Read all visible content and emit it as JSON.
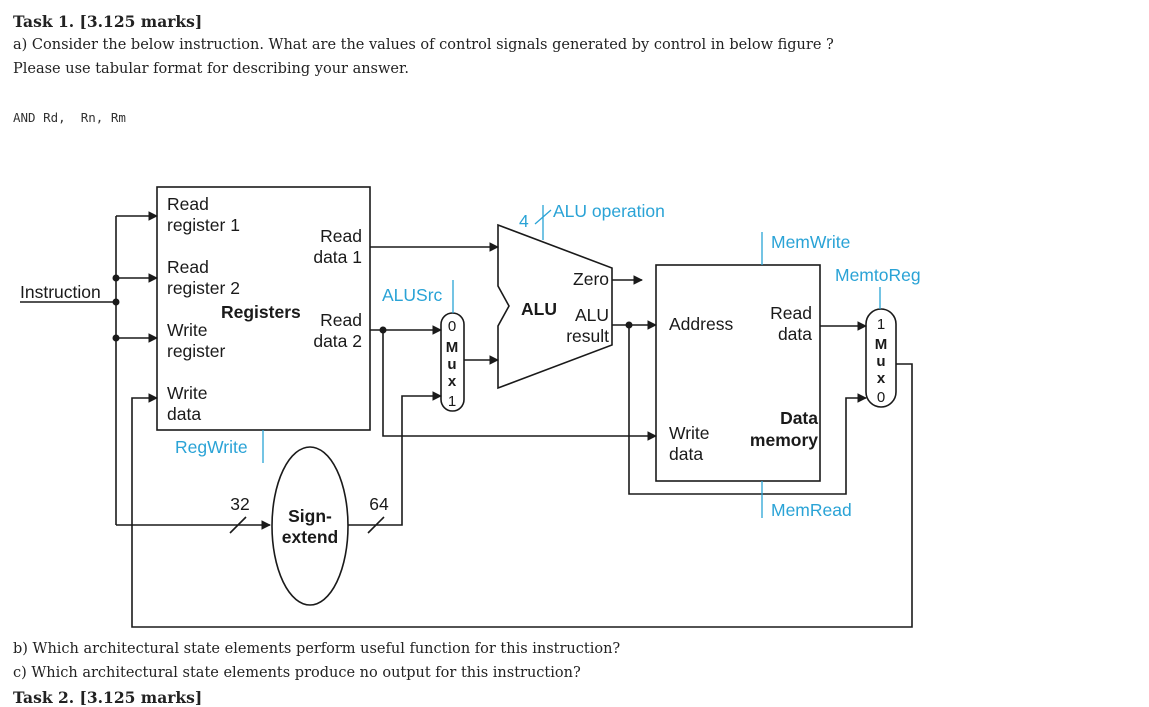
{
  "task": {
    "title": "Task 1.  [3.125 marks]",
    "question_a_line1": "a) Consider the  below  instruction. What are the values of control signals generated by control in below figure ?",
    "question_a_line2": "Please use tabular format for describing your answer.",
    "instruction_code": "AND Rd,  Rn, Rm",
    "question_b": "b) Which architectural state elements perform useful function for this instruction?",
    "question_c": "c)  Which architectural state elements produce no output for this instruction?",
    "next_task_partial": "Task 2.  [3.125 marks]"
  },
  "diagram": {
    "instruction_label": "Instruction",
    "registers": {
      "read_register_1": [
        "Read",
        "register 1"
      ],
      "read_register_2": [
        "Read",
        "register 2"
      ],
      "write_register": [
        "Write",
        "register"
      ],
      "write_data": [
        "Write",
        "data"
      ],
      "read_data_1": [
        "Read",
        "data 1"
      ],
      "read_data_2": [
        "Read",
        "data 2"
      ],
      "name": "Registers"
    },
    "reg_write": "RegWrite",
    "alu_src": "ALUSrc",
    "mux_left": {
      "top": "0",
      "letters": [
        "M",
        "u",
        "x"
      ],
      "bottom": "1"
    },
    "alu_operation_width": "4",
    "alu_operation": "ALU operation",
    "alu": {
      "name": "ALU",
      "zero": "Zero",
      "result": [
        "ALU",
        "result"
      ]
    },
    "mem_write": "MemWrite",
    "mem_read": "MemRead",
    "memto_reg": "MemtoReg",
    "data_memory": {
      "address": "Address",
      "read_data": [
        "Read",
        "data"
      ],
      "write_data": [
        "Write",
        "data"
      ],
      "name": [
        "Data",
        "memory"
      ]
    },
    "mux_right": {
      "top": "1",
      "letters": [
        "M",
        "u",
        "x"
      ],
      "bottom": "0"
    },
    "sign_extend": {
      "name": [
        "Sign-",
        "extend"
      ],
      "in_width": "32",
      "out_width": "64"
    },
    "colors": {
      "control": "#2aa3d6",
      "wire": "#1a1a1a"
    }
  }
}
